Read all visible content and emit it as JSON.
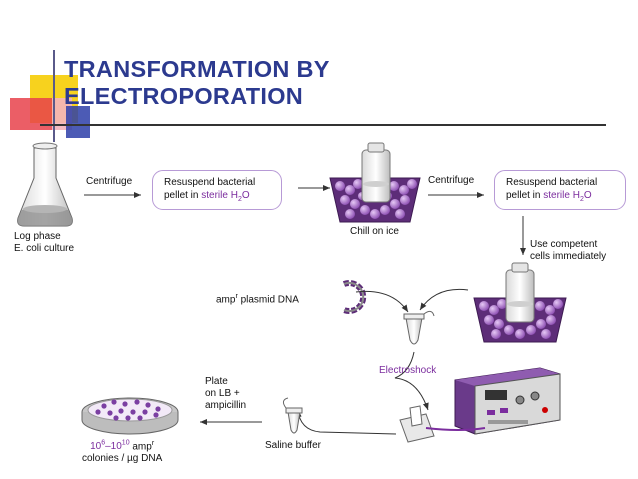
{
  "title": {
    "line1": "TRANSFORMATION BY",
    "line2": "ELECTROPORATION"
  },
  "steps": {
    "culture_l1": "Log phase",
    "culture_l2": "E. coli culture",
    "centrifuge1": "Centrifuge",
    "resuspend1_l1": "Resuspend bacterial",
    "resuspend1_l2_pre": "pellet in ",
    "resuspend1_l2_sterile": "sterile H",
    "resuspend1_l2_sub": "2",
    "resuspend1_l2_post": "O",
    "chill": "Chill on ice",
    "centrifuge2": "Centrifuge",
    "resuspend2_l1": "Resuspend bacterial",
    "resuspend2_l2_pre": "pellet in ",
    "resuspend2_l2_sterile": "sterile H",
    "resuspend2_l2_sub": "2",
    "resuspend2_l2_post": "O",
    "competent_l1": "Use competent",
    "competent_l2": "cells immediately",
    "plasmid_pre": "amp",
    "plasmid_sup": "r",
    "plasmid_post": " plasmid DNA",
    "electroshock": "Electroshock",
    "plate_l1": "Plate",
    "plate_l2": "on LB +",
    "plate_l3": "ampicillin",
    "saline": "Saline buffer",
    "colonies_a": "10",
    "colonies_sup1": "6",
    "colonies_b": "–10",
    "colonies_sup2": "10",
    "colonies_c": " amp",
    "colonies_sup3": "r",
    "colonies_l2": "colonies / µg DNA"
  },
  "colors": {
    "title": "#2c3a8f",
    "accent": "#7b2d9e",
    "box_border": "#b79ad6",
    "deco_yellow": "#f7d21e",
    "deco_red": "#e8424b",
    "deco_blue": "#2d3ea8"
  }
}
